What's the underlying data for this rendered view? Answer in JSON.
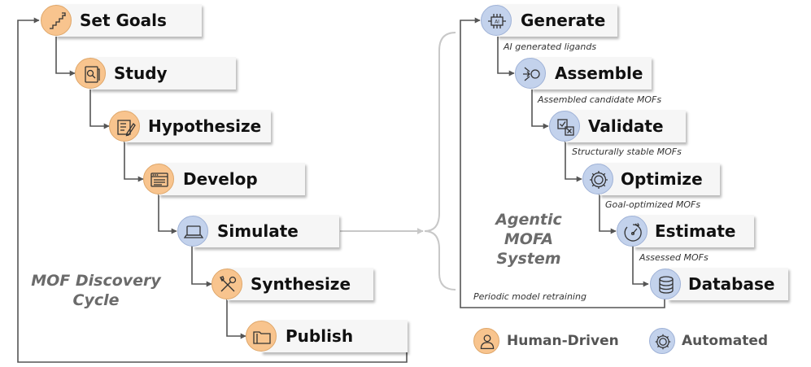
{
  "discovery_cycle": {
    "title_line1": "MOF Discovery",
    "title_line2": "Cycle",
    "steps": [
      {
        "label": "Set Goals",
        "icon": "stairs-icon"
      },
      {
        "label": "Study",
        "icon": "search-book-icon"
      },
      {
        "label": "Hypothesize",
        "icon": "notepad-pencil-icon"
      },
      {
        "label": "Develop",
        "icon": "code-window-icon"
      },
      {
        "label": "Simulate",
        "icon": "laptop-icon"
      },
      {
        "label": "Synthesize",
        "icon": "tools-icon"
      },
      {
        "label": "Publish",
        "icon": "folder-icon"
      }
    ]
  },
  "mofa_system": {
    "title_line1": "Agentic",
    "title_line2": "MOFA",
    "title_line3": "System",
    "steps": [
      {
        "label": "Generate",
        "icon": "ai-chip-icon"
      },
      {
        "label": "Assemble",
        "icon": "assemble-icon"
      },
      {
        "label": "Validate",
        "icon": "checklist-icon"
      },
      {
        "label": "Optimize",
        "icon": "gear-icon"
      },
      {
        "label": "Estimate",
        "icon": "gauge-icon"
      },
      {
        "label": "Database",
        "icon": "database-icon"
      }
    ],
    "edges": [
      "AI generated ligands",
      "Assembled candidate MOFs",
      "Structurally stable MOFs",
      "Goal-optimized MOFs",
      "Assessed MOFs"
    ],
    "feedback_label": "Periodic model retraining"
  },
  "legend": {
    "human_label": "Human-Driven",
    "auto_label": "Automated"
  },
  "colors": {
    "human_fill": "#f8c48e",
    "auto_fill": "#c3d2ec",
    "box_fill": "#f6f6f6",
    "line": "#555555",
    "title_gray": "#6b6b6b"
  }
}
